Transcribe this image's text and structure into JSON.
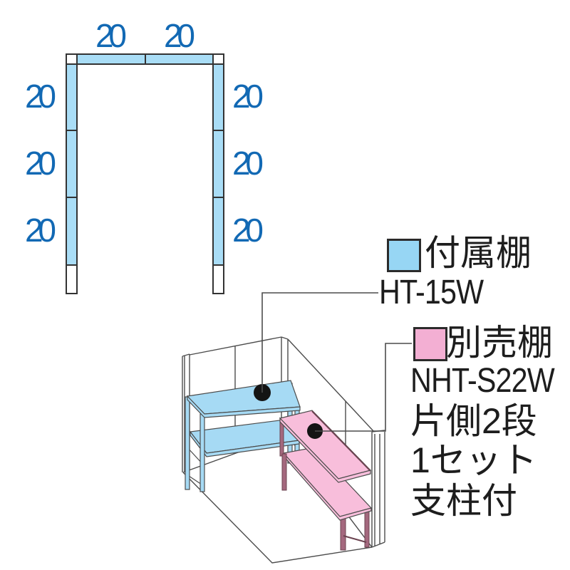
{
  "plan_view": {
    "top_dimensions": [
      "20",
      "20"
    ],
    "left_dimensions": [
      "20",
      "20",
      "20"
    ],
    "right_dimensions": [
      "20",
      "20",
      "20"
    ]
  },
  "legend": {
    "included": {
      "name": "付属棚",
      "model": "HT-15W"
    },
    "optional": {
      "name": "別売棚",
      "model": "NHT-S22W",
      "spec_lines": [
        "片側2段",
        "1セット",
        "支柱付"
      ]
    }
  },
  "colors": {
    "dimension_text": "#1269b4",
    "plan_shelf_fill": "#a9ddf6",
    "outline": "#333333",
    "drawing_line": "#4c4c4c",
    "included_shelf": "#97d6f4",
    "optional_shelf": "#f3afd3",
    "iso_blue": "#a6daf4",
    "iso_pink": "#f8bedb",
    "iso_pink_leg": "#a4687e",
    "marker": "#141414",
    "text_ink": "#1d1d1d"
  }
}
